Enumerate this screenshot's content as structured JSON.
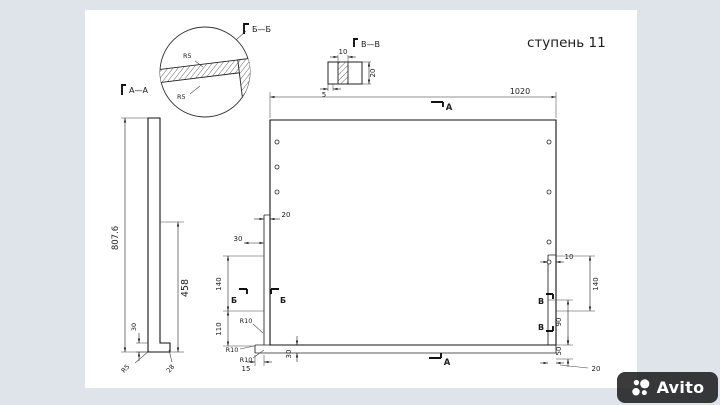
{
  "title": "ступень 11",
  "watermark": {
    "brand": "Avito"
  },
  "labels": {
    "bb": "Б—Б",
    "vv": "В—В",
    "aa": "А—А",
    "a": "А",
    "b": "Б",
    "v": "В"
  },
  "detail": {
    "r5a": "R5",
    "r5b": "R5"
  },
  "vv_section": {
    "d10": "10",
    "d5": "5",
    "d20": "20"
  },
  "side_view": {
    "total": "807.6",
    "inner": "458",
    "foot": "30",
    "r5": "R5",
    "d28": "28"
  },
  "main_view": {
    "width": "1020",
    "d20_fold": "20",
    "d30": "30",
    "d140_l": "140",
    "d110": "110",
    "r10a": "R10",
    "r10b": "R10",
    "r10c": "R10",
    "d15": "15",
    "d30_flange": "30",
    "d10_r": "10",
    "d140_r": "140",
    "d90": "90",
    "d50": "50",
    "d20_r": "20"
  }
}
